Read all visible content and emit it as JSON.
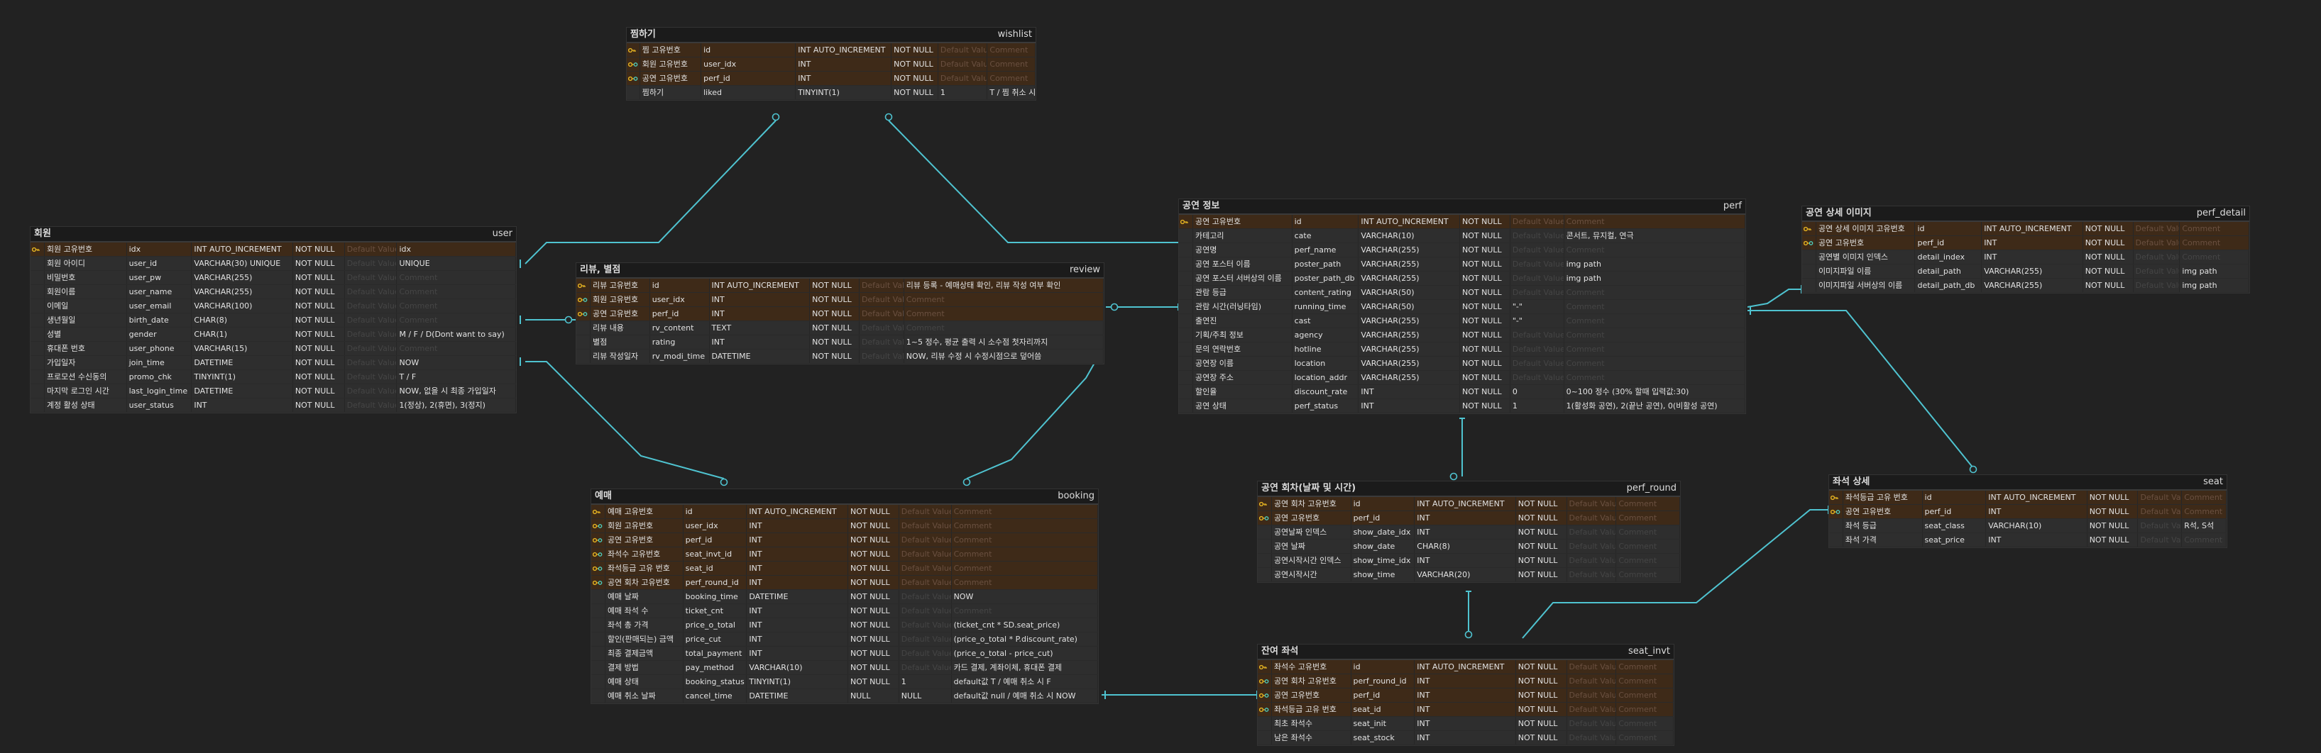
{
  "colors": {
    "canvas": "#222222",
    "pk_fk_row": "#3e2a18",
    "plain_row": "#2e2e2e",
    "link": "#4fc3d0",
    "key_gold": "#e6b422",
    "key_teal": "#4dd0c0"
  },
  "tables": [
    {
      "id": "wishlist",
      "label": "찜하기",
      "physical": "wishlist",
      "rows": [
        {
          "key": "pk",
          "c": [
            "찜 고유번호",
            "id",
            "INT AUTO_INCREMENT",
            "NOT NULL",
            "Default Value",
            "Comment"
          ]
        },
        {
          "key": "fk",
          "c": [
            "회원 고유번호",
            "user_idx",
            "INT",
            "NOT NULL",
            "Default Value",
            "Comment"
          ]
        },
        {
          "key": "fk",
          "c": [
            "공연 고유번호",
            "perf_id",
            "INT",
            "NOT NULL",
            "Default Value",
            "Comment"
          ]
        },
        {
          "key": "",
          "c": [
            "찜하기",
            "liked",
            "TINYINT(1)",
            "NOT NULL",
            "1",
            "T / 찜 취소 시 삭제"
          ]
        }
      ]
    },
    {
      "id": "user",
      "label": "회원",
      "physical": "user",
      "rows": [
        {
          "key": "pk",
          "c": [
            "회원 고유번호",
            "idx",
            "INT AUTO_INCREMENT",
            "NOT NULL",
            "Default Value",
            "idx"
          ]
        },
        {
          "key": "",
          "c": [
            "회원 아이디",
            "user_id",
            "VARCHAR(30) UNIQUE",
            "NOT NULL",
            "Default Value",
            "UNIQUE"
          ]
        },
        {
          "key": "",
          "c": [
            "비밀번호",
            "user_pw",
            "VARCHAR(255)",
            "NOT NULL",
            "Default Value",
            "Comment"
          ]
        },
        {
          "key": "",
          "c": [
            "회원이름",
            "user_name",
            "VARCHAR(255)",
            "NOT NULL",
            "Default Value",
            "Comment"
          ]
        },
        {
          "key": "",
          "c": [
            "이메일",
            "user_email",
            "VARCHAR(100)",
            "NOT NULL",
            "Default Value",
            "Comment"
          ]
        },
        {
          "key": "",
          "c": [
            "생년월일",
            "birth_date",
            "CHAR(8)",
            "NOT NULL",
            "Default Value",
            "Comment"
          ]
        },
        {
          "key": "",
          "c": [
            "성별",
            "gender",
            "CHAR(1)",
            "NOT NULL",
            "Default Value",
            "M / F / D(Dont want to say)"
          ]
        },
        {
          "key": "",
          "c": [
            "휴대폰 번호",
            "user_phone",
            "VARCHAR(15)",
            "NOT NULL",
            "Default Value",
            "Comment"
          ]
        },
        {
          "key": "",
          "c": [
            "가입일자",
            "join_time",
            "DATETIME",
            "NOT NULL",
            "Default Value",
            "NOW"
          ]
        },
        {
          "key": "",
          "c": [
            "프로모션 수신동의",
            "promo_chk",
            "TINYINT(1)",
            "NOT NULL",
            "Default Value",
            "T / F"
          ]
        },
        {
          "key": "",
          "c": [
            "마지막 로그인 시간",
            "last_login_time",
            "DATETIME",
            "NOT NULL",
            "Default Value",
            "NOW, 없을 시 최종 가입일자"
          ]
        },
        {
          "key": "",
          "c": [
            "계정 활성 상태",
            "user_status",
            "INT",
            "NOT NULL",
            "Default Value",
            "1(정상), 2(휴면), 3(정지)"
          ]
        }
      ]
    },
    {
      "id": "review",
      "label": "리뷰, 별점",
      "physical": "review",
      "rows": [
        {
          "key": "pk",
          "c": [
            "리뷰 고유번호",
            "id",
            "INT AUTO_INCREMENT",
            "NOT NULL",
            "Default Value",
            "리뷰 등록 - 예매상태 확인, 리뷰 작성 여부 확인"
          ]
        },
        {
          "key": "fk",
          "c": [
            "회원 고유번호",
            "user_idx",
            "INT",
            "NOT NULL",
            "Default Value",
            "Comment"
          ]
        },
        {
          "key": "fk",
          "c": [
            "공연 고유번호",
            "perf_id",
            "INT",
            "NOT NULL",
            "Default Value",
            "Comment"
          ]
        },
        {
          "key": "",
          "c": [
            "리뷰 내용",
            "rv_content",
            "TEXT",
            "NOT NULL",
            "Default Value",
            "Comment"
          ]
        },
        {
          "key": "",
          "c": [
            "별점",
            "rating",
            "INT",
            "NOT NULL",
            "Default Value",
            "1~5 정수, 평균 출력 시 소수점 첫자리까지"
          ]
        },
        {
          "key": "",
          "c": [
            "리뷰 작성일자",
            "rv_modi_time",
            "DATETIME",
            "NOT NULL",
            "Default Value",
            "NOW, 리뷰 수정 시 수정시점으로 덮어씀"
          ]
        }
      ]
    },
    {
      "id": "perf",
      "label": "공연 정보",
      "physical": "perf",
      "rows": [
        {
          "key": "pk",
          "c": [
            "공연 고유번호",
            "id",
            "INT AUTO_INCREMENT",
            "NOT NULL",
            "Default Value",
            "Comment"
          ]
        },
        {
          "key": "",
          "c": [
            "카테고리",
            "cate",
            "VARCHAR(10)",
            "NOT NULL",
            "Default Value",
            "콘서트, 뮤지컬, 연극"
          ]
        },
        {
          "key": "",
          "c": [
            "공연명",
            "perf_name",
            "VARCHAR(255)",
            "NOT NULL",
            "Default Value",
            "Comment"
          ]
        },
        {
          "key": "",
          "c": [
            "공연 포스터 이름",
            "poster_path",
            "VARCHAR(255)",
            "NOT NULL",
            "Default Value",
            "img path"
          ]
        },
        {
          "key": "",
          "c": [
            "공연 포스터 서버상의 이름",
            "poster_path_db",
            "VARCHAR(255)",
            "NOT NULL",
            "Default Value",
            "img path"
          ]
        },
        {
          "key": "",
          "c": [
            "관람 등급",
            "content_rating",
            "VARCHAR(50)",
            "NOT NULL",
            "Default Value",
            "Comment"
          ]
        },
        {
          "key": "",
          "c": [
            "관람 시간(러닝타임)",
            "running_time",
            "VARCHAR(50)",
            "NOT NULL",
            "\"-\"",
            "Comment"
          ]
        },
        {
          "key": "",
          "c": [
            "출연진",
            "cast",
            "VARCHAR(255)",
            "NOT NULL",
            "\"-\"",
            "Comment"
          ]
        },
        {
          "key": "",
          "c": [
            "기획/주최 정보",
            "agency",
            "VARCHAR(255)",
            "NOT NULL",
            "Default Value",
            "Comment"
          ]
        },
        {
          "key": "",
          "c": [
            "문의 연락번호",
            "hotline",
            "VARCHAR(255)",
            "NOT NULL",
            "Default Value",
            "Comment"
          ]
        },
        {
          "key": "",
          "c": [
            "공연장 이름",
            "location",
            "VARCHAR(255)",
            "NOT NULL",
            "Default Value",
            "Comment"
          ]
        },
        {
          "key": "",
          "c": [
            "공연장 주소",
            "location_addr",
            "VARCHAR(255)",
            "NOT NULL",
            "Default Value",
            "Comment"
          ]
        },
        {
          "key": "",
          "c": [
            "할인율",
            "discount_rate",
            "INT",
            "NOT NULL",
            "0",
            "0~100 정수 (30% 할때 입력값:30)"
          ]
        },
        {
          "key": "",
          "c": [
            "공연 상태",
            "perf_status",
            "INT",
            "NOT NULL",
            "1",
            "1(활성화 공연), 2(끝난 공연), 0(비활성 공연)"
          ]
        }
      ]
    },
    {
      "id": "perf_detail",
      "label": "공연 상세 이미지",
      "physical": "perf_detail",
      "rows": [
        {
          "key": "pk",
          "c": [
            "공연 상세 이미지 고유번호",
            "id",
            "INT AUTO_INCREMENT",
            "NOT NULL",
            "Default Value",
            "Comment"
          ]
        },
        {
          "key": "fk",
          "c": [
            "공연 고유번호",
            "perf_id",
            "INT",
            "NOT NULL",
            "Default Value",
            "Comment"
          ]
        },
        {
          "key": "",
          "c": [
            "공연별 이미지 인덱스",
            "detail_index",
            "INT",
            "NOT NULL",
            "Default Value",
            "Comment"
          ]
        },
        {
          "key": "",
          "c": [
            "이미지파일 이름",
            "detail_path",
            "VARCHAR(255)",
            "NOT NULL",
            "Default Value",
            "img path"
          ]
        },
        {
          "key": "",
          "c": [
            "이미지파일 서버상의 이름",
            "detail_path_db",
            "VARCHAR(255)",
            "NOT NULL",
            "Default Value",
            "img path"
          ]
        }
      ]
    },
    {
      "id": "booking",
      "label": "예매",
      "physical": "booking",
      "rows": [
        {
          "key": "pk",
          "c": [
            "예매 고유번호",
            "id",
            "INT AUTO_INCREMENT",
            "NOT NULL",
            "Default Value",
            "Comment"
          ]
        },
        {
          "key": "fk",
          "c": [
            "회원 고유번호",
            "user_idx",
            "INT",
            "NOT NULL",
            "Default Value",
            "Comment"
          ]
        },
        {
          "key": "fk",
          "c": [
            "공연 고유번호",
            "perf_id",
            "INT",
            "NOT NULL",
            "Default Value",
            "Comment"
          ]
        },
        {
          "key": "fk",
          "c": [
            "좌석수 고유번호",
            "seat_invt_id",
            "INT",
            "NOT NULL",
            "Default Value",
            "Comment"
          ]
        },
        {
          "key": "fk",
          "c": [
            "좌석등급 고유 번호",
            "seat_id",
            "INT",
            "NOT NULL",
            "Default Value",
            "Comment"
          ]
        },
        {
          "key": "fk",
          "c": [
            "공연 회차 고유번호",
            "perf_round_id",
            "INT",
            "NOT NULL",
            "Default Value",
            "Comment"
          ]
        },
        {
          "key": "",
          "c": [
            "예매 날짜",
            "booking_time",
            "DATETIME",
            "NOT NULL",
            "Default Value",
            "NOW"
          ]
        },
        {
          "key": "",
          "c": [
            "예매 좌석 수",
            "ticket_cnt",
            "INT",
            "NOT NULL",
            "Default Value",
            "Comment"
          ]
        },
        {
          "key": "",
          "c": [
            "좌석 총 가격",
            "price_o_total",
            "INT",
            "NOT NULL",
            "Default Value",
            "(ticket_cnt * SD.seat_price)"
          ]
        },
        {
          "key": "",
          "c": [
            "할인(판매되는) 금액",
            "price_cut",
            "INT",
            "NOT NULL",
            "Default Value",
            "(price_o_total * P.discount_rate)"
          ]
        },
        {
          "key": "",
          "c": [
            "최종 결제금액",
            "total_payment",
            "INT",
            "NOT NULL",
            "Default Value",
            "(price_o_total - price_cut)"
          ]
        },
        {
          "key": "",
          "c": [
            "결제 방법",
            "pay_method",
            "VARCHAR(10)",
            "NOT NULL",
            "Default Value",
            "카드 결제, 계좌이체, 휴대폰 결제"
          ]
        },
        {
          "key": "",
          "c": [
            "예매 상태",
            "booking_status",
            "TINYINT(1)",
            "NOT NULL",
            "1",
            "default값 T / 예매 취소 시 F"
          ]
        },
        {
          "key": "",
          "c": [
            "예매 취소 날짜",
            "cancel_time",
            "DATETIME",
            "NULL",
            "NULL",
            "default값 null / 예매 취소 시 NOW"
          ]
        }
      ]
    },
    {
      "id": "perf_round",
      "label": "공연 회차(날짜 및 시간)",
      "physical": "perf_round",
      "rows": [
        {
          "key": "pk",
          "c": [
            "공연 회차 고유번호",
            "id",
            "INT AUTO_INCREMENT",
            "NOT NULL",
            "Default Value",
            "Comment"
          ]
        },
        {
          "key": "fk",
          "c": [
            "공연 고유번호",
            "perf_id",
            "INT",
            "NOT NULL",
            "Default Value",
            "Comment"
          ]
        },
        {
          "key": "",
          "c": [
            "공연날짜 인덱스",
            "show_date_idx",
            "INT",
            "NOT NULL",
            "Default Value",
            "Comment"
          ]
        },
        {
          "key": "",
          "c": [
            "공연 날짜",
            "show_date",
            "CHAR(8)",
            "NOT NULL",
            "Default Value",
            "Comment"
          ]
        },
        {
          "key": "",
          "c": [
            "공연시작시간 인덱스",
            "show_time_idx",
            "INT",
            "NOT NULL",
            "Default Value",
            "Comment"
          ]
        },
        {
          "key": "",
          "c": [
            "공연시작시간",
            "show_time",
            "VARCHAR(20)",
            "NOT NULL",
            "Default Value",
            "Comment"
          ]
        }
      ]
    },
    {
      "id": "seat",
      "label": "좌석 상세",
      "physical": "seat",
      "rows": [
        {
          "key": "pk",
          "c": [
            "좌석등급 고유 번호",
            "id",
            "INT AUTO_INCREMENT",
            "NOT NULL",
            "Default Value",
            "Comment"
          ]
        },
        {
          "key": "fk",
          "c": [
            "공연 고유번호",
            "perf_id",
            "INT",
            "NOT NULL",
            "Default Value",
            "Comment"
          ]
        },
        {
          "key": "",
          "c": [
            "좌석 등급",
            "seat_class",
            "VARCHAR(10)",
            "NOT NULL",
            "Default Value",
            "R석, S석"
          ]
        },
        {
          "key": "",
          "c": [
            "좌석 가격",
            "seat_price",
            "INT",
            "NOT NULL",
            "Default Value",
            "Comment"
          ]
        }
      ]
    },
    {
      "id": "seat_invt",
      "label": "잔여 좌석",
      "physical": "seat_invt",
      "rows": [
        {
          "key": "pk",
          "c": [
            "좌석수 고유번호",
            "id",
            "INT AUTO_INCREMENT",
            "NOT NULL",
            "Default Value",
            "Comment"
          ]
        },
        {
          "key": "fk",
          "c": [
            "공연 회차 고유번호",
            "perf_round_id",
            "INT",
            "NOT NULL",
            "Default Value",
            "Comment"
          ]
        },
        {
          "key": "fk",
          "c": [
            "공연 고유번호",
            "perf_id",
            "INT",
            "NOT NULL",
            "Default Value",
            "Comment"
          ]
        },
        {
          "key": "fk",
          "c": [
            "좌석등급 고유 번호",
            "seat_id",
            "INT",
            "NOT NULL",
            "Default Value",
            "Comment"
          ]
        },
        {
          "key": "",
          "c": [
            "최초 좌석수",
            "seat_init",
            "INT",
            "NOT NULL",
            "Default Value",
            "Comment"
          ]
        },
        {
          "key": "",
          "c": [
            "남은 좌석수",
            "seat_stock",
            "INT",
            "NOT NULL",
            "Default Value",
            "Comment"
          ]
        }
      ]
    }
  ]
}
